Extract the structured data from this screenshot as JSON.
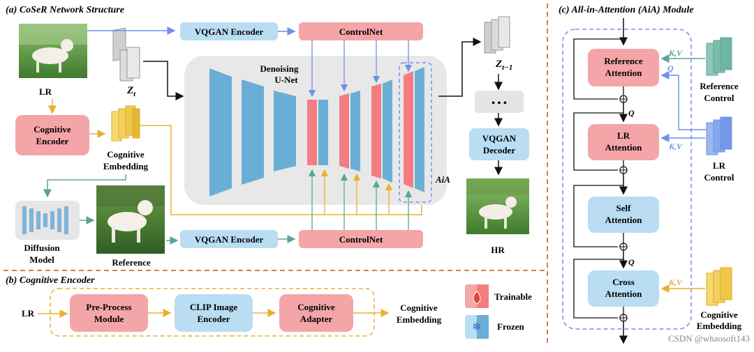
{
  "sections": {
    "a_title": "(a) CoSeR Network Structure",
    "b_title": "(b) Cognitive Encoder",
    "c_title": "(c) All-in-Attention (AiA) Module"
  },
  "network": {
    "lr_label": "LR",
    "zt_label": "Z",
    "zt_sub": "t",
    "zt1_label": "Z",
    "zt1_sub": "t−1",
    "cog_encoder_l1": "Cognitive",
    "cog_encoder_l2": "Encoder",
    "cog_embedding_l1": "Cognitive",
    "cog_embedding_l2": "Embedding",
    "vqgan_encoder_top": "VQGAN Encoder",
    "vqgan_encoder_bottom": "VQGAN Encoder",
    "controlnet_top": "ControlNet",
    "controlnet_bottom": "ControlNet",
    "unet_l1": "Denoising",
    "unet_l2": "U-Net",
    "aia_label": "AiA",
    "dots": "• • •",
    "vqgan_decoder_l1": "VQGAN",
    "vqgan_decoder_l2": "Decoder",
    "hr_label": "HR",
    "diffusion_l1": "Diffusion",
    "diffusion_l2": "Model",
    "reference_label": "Reference"
  },
  "cognitive_encoder": {
    "input": "LR",
    "preprocess_l1": "Pre-Process",
    "preprocess_l2": "Module",
    "clip_l1": "CLIP Image",
    "clip_l2": "Encoder",
    "adapter_l1": "Cognitive",
    "adapter_l2": "Adapter",
    "output_l1": "Cognitive",
    "output_l2": "Embedding"
  },
  "legend": {
    "trainable": "Trainable",
    "frozen": "Frozen"
  },
  "aia": {
    "ref_attn_l1": "Reference",
    "ref_attn_l2": "Attention",
    "lr_attn_l1": "LR",
    "lr_attn_l2": "Attention",
    "self_attn_l1": "Self",
    "self_attn_l2": "Attention",
    "cross_attn_l1": "Cross",
    "cross_attn_l2": "Attention",
    "kv1": "K,V",
    "q1": "Q",
    "kv2": "K,V",
    "kv3": "K,V",
    "q_a": "Q",
    "q_b": "Q",
    "ref_control_l1": "Reference",
    "ref_control_l2": "Control",
    "lr_control_l1": "LR",
    "lr_control_l2": "Control",
    "cog_emb_l1": "Cognitive",
    "cog_emb_l2": "Embedding"
  },
  "watermark": "CSDN @whaosoft143",
  "colors": {
    "trainable": "#f4a5a8",
    "trainable_dark": "#f47d82",
    "frozen": "#b9ddf2",
    "frozen_dark": "#6aaed6",
    "divider": "#d9824a",
    "dashed_blue": "#6f8fe8",
    "yellow": "#f0c040",
    "green": "#6fb5a5"
  },
  "icons": {
    "trainable": "fire-icon",
    "frozen": "snowflake-icon"
  }
}
